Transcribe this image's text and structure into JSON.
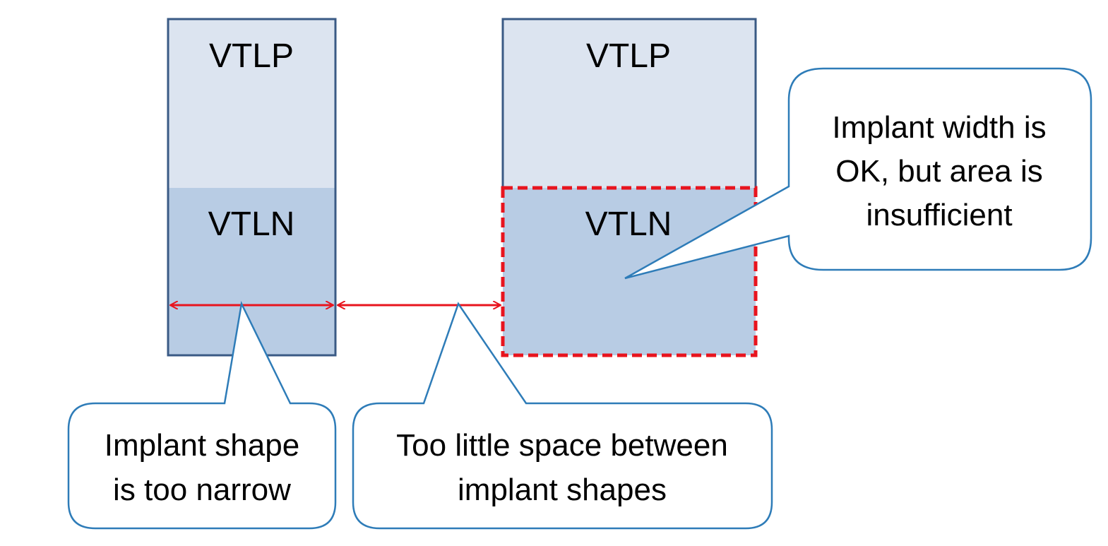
{
  "colors": {
    "vtlp_fill": "#dce4f0",
    "vtln_fill": "#b8cce4",
    "cell_border": "#3a5a85",
    "red": "#e8141e",
    "callout_border": "#2e7cb8"
  },
  "left_cell": {
    "top_label": "VTLP",
    "bottom_label": "VTLN"
  },
  "right_cell": {
    "top_label": "VTLP",
    "bottom_label": "VTLN"
  },
  "callouts": {
    "narrow": {
      "line1": "Implant shape",
      "line2": "is too narrow"
    },
    "space": {
      "line1": "Too little space between",
      "line2": "implant shapes"
    },
    "area": {
      "line1": "Implant width is",
      "line2": "OK, but area is",
      "line3": "insufficient"
    }
  }
}
